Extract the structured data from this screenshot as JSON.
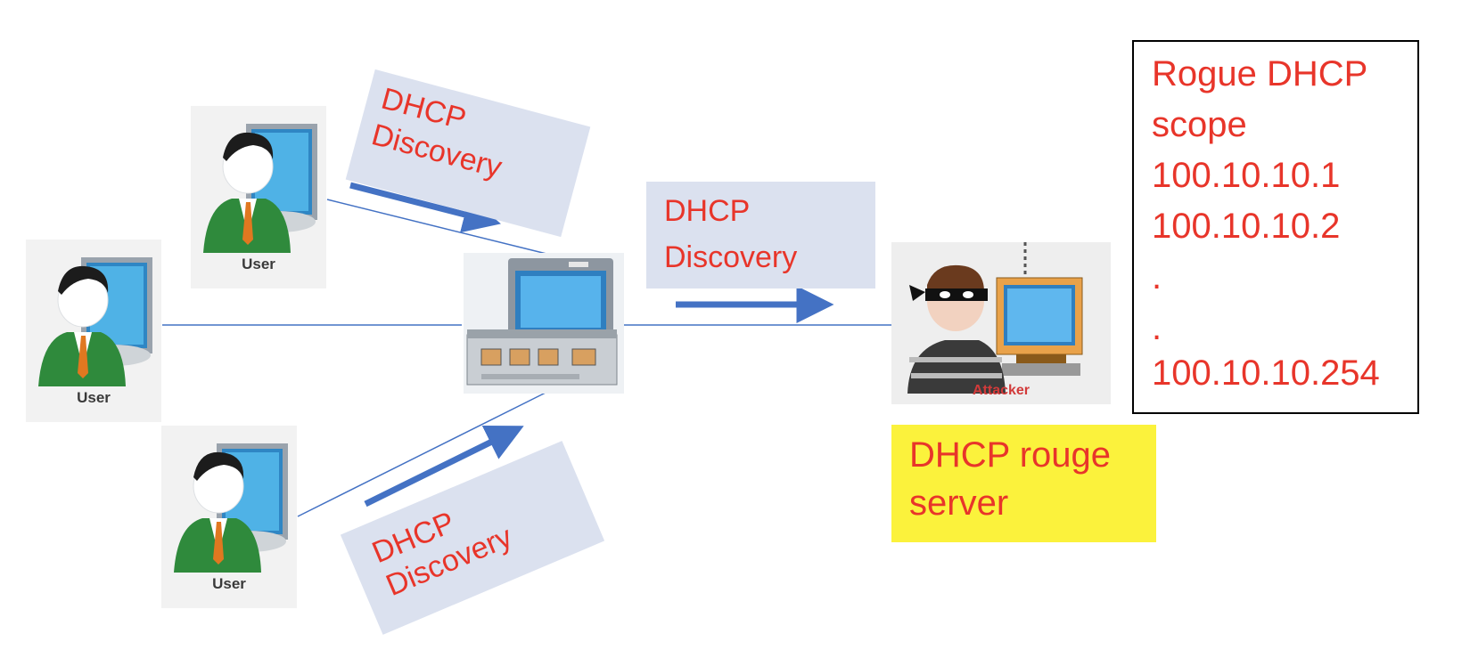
{
  "labels": {
    "user": "User",
    "attacker": "Attacker",
    "msg_dhcp": "DHCP",
    "msg_discovery": "Discovery"
  },
  "rogue_server_label": [
    "DHCP rouge",
    "server"
  ],
  "scope_box": {
    "lines": [
      "Rogue DHCP",
      "scope",
      "100.10.10.1",
      "100.10.10.2",
      ".",
      ".",
      "100.10.10.254"
    ]
  },
  "colors": {
    "text_accent": "#e8352a",
    "arrow": "#4472c4",
    "message_box": "#dbe1ef",
    "rogue_label_bg": "#fbf23c",
    "link_line": "#4472c4"
  },
  "icons": [
    "user-icon",
    "switch-icon",
    "attacker-icon",
    "arrow-right-icon"
  ]
}
